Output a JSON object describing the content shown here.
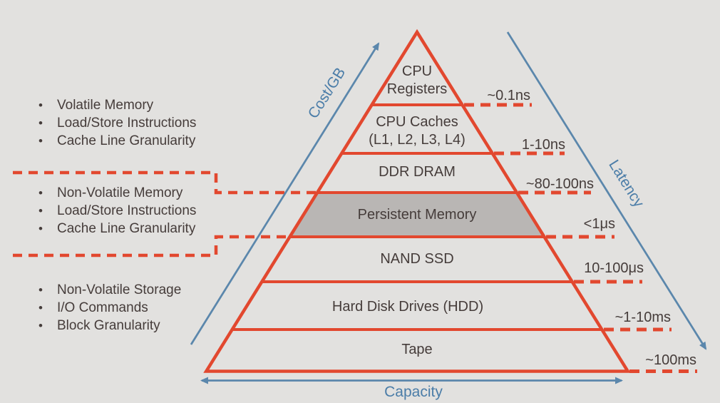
{
  "axes": {
    "cost_label": "Cost/GB",
    "latency_label": "Latency",
    "capacity_label": "Capacity"
  },
  "pyramid": {
    "layers": [
      {
        "lines": [
          "CPU",
          "Registers"
        ],
        "latency": "~0.1ns"
      },
      {
        "lines": [
          "CPU Caches",
          "(L1, L2, L3, L4)"
        ],
        "latency": "1-10ns"
      },
      {
        "lines": [
          "DDR DRAM"
        ],
        "latency": "~80-100ns"
      },
      {
        "lines": [
          "Persistent Memory"
        ],
        "latency": "<1μs",
        "highlighted": true
      },
      {
        "lines": [
          "NAND SSD"
        ],
        "latency": "10-100μs"
      },
      {
        "lines": [
          "Hard Disk Drives (HDD)"
        ],
        "latency": "~1-10ms"
      },
      {
        "lines": [
          "Tape"
        ],
        "latency": "~100ms"
      }
    ]
  },
  "note_groups": [
    {
      "items": [
        "Volatile Memory",
        "Load/Store Instructions",
        "Cache Line Granularity"
      ]
    },
    {
      "items": [
        "Non-Volatile Memory",
        "Load/Store Instructions",
        "Cache Line Granularity"
      ]
    },
    {
      "items": [
        "Non-Volatile Storage",
        "I/O Commands",
        "Block Granularity"
      ]
    }
  ],
  "colors": {
    "accent_red": "#e2482f",
    "accent_blue": "#5b87ac",
    "axis_text_blue": "#4b7da8",
    "highlight_fill": "#b9b6b4",
    "text_dark": "#453c3a",
    "background": "#e2e1df"
  }
}
